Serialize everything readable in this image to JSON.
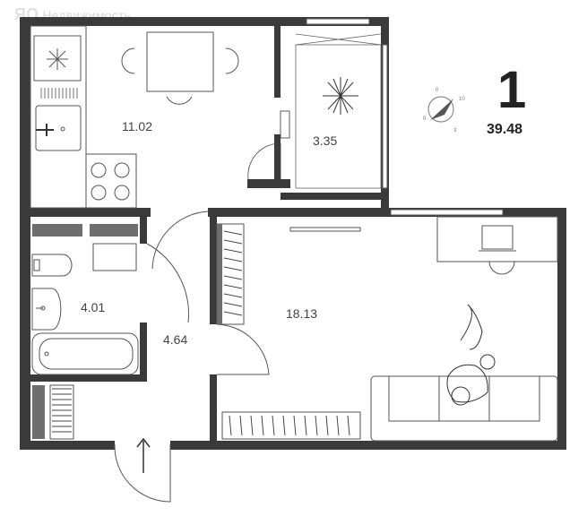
{
  "watermark": {
    "logo": "ЯО",
    "text": "Недвижимость"
  },
  "summary": {
    "rooms": "1",
    "total_area": "39.48"
  },
  "rooms": {
    "kitchen": "11.02",
    "balcony": "3.35",
    "bathroom": "4.01",
    "hall": "4.64",
    "living": "18.13"
  },
  "compass": {
    "n": "0",
    "e": "10",
    "s": "3",
    "w": "0"
  },
  "colors": {
    "wall": "#3a3a3a",
    "line": "#555555",
    "shade": "#6e6e6e"
  }
}
